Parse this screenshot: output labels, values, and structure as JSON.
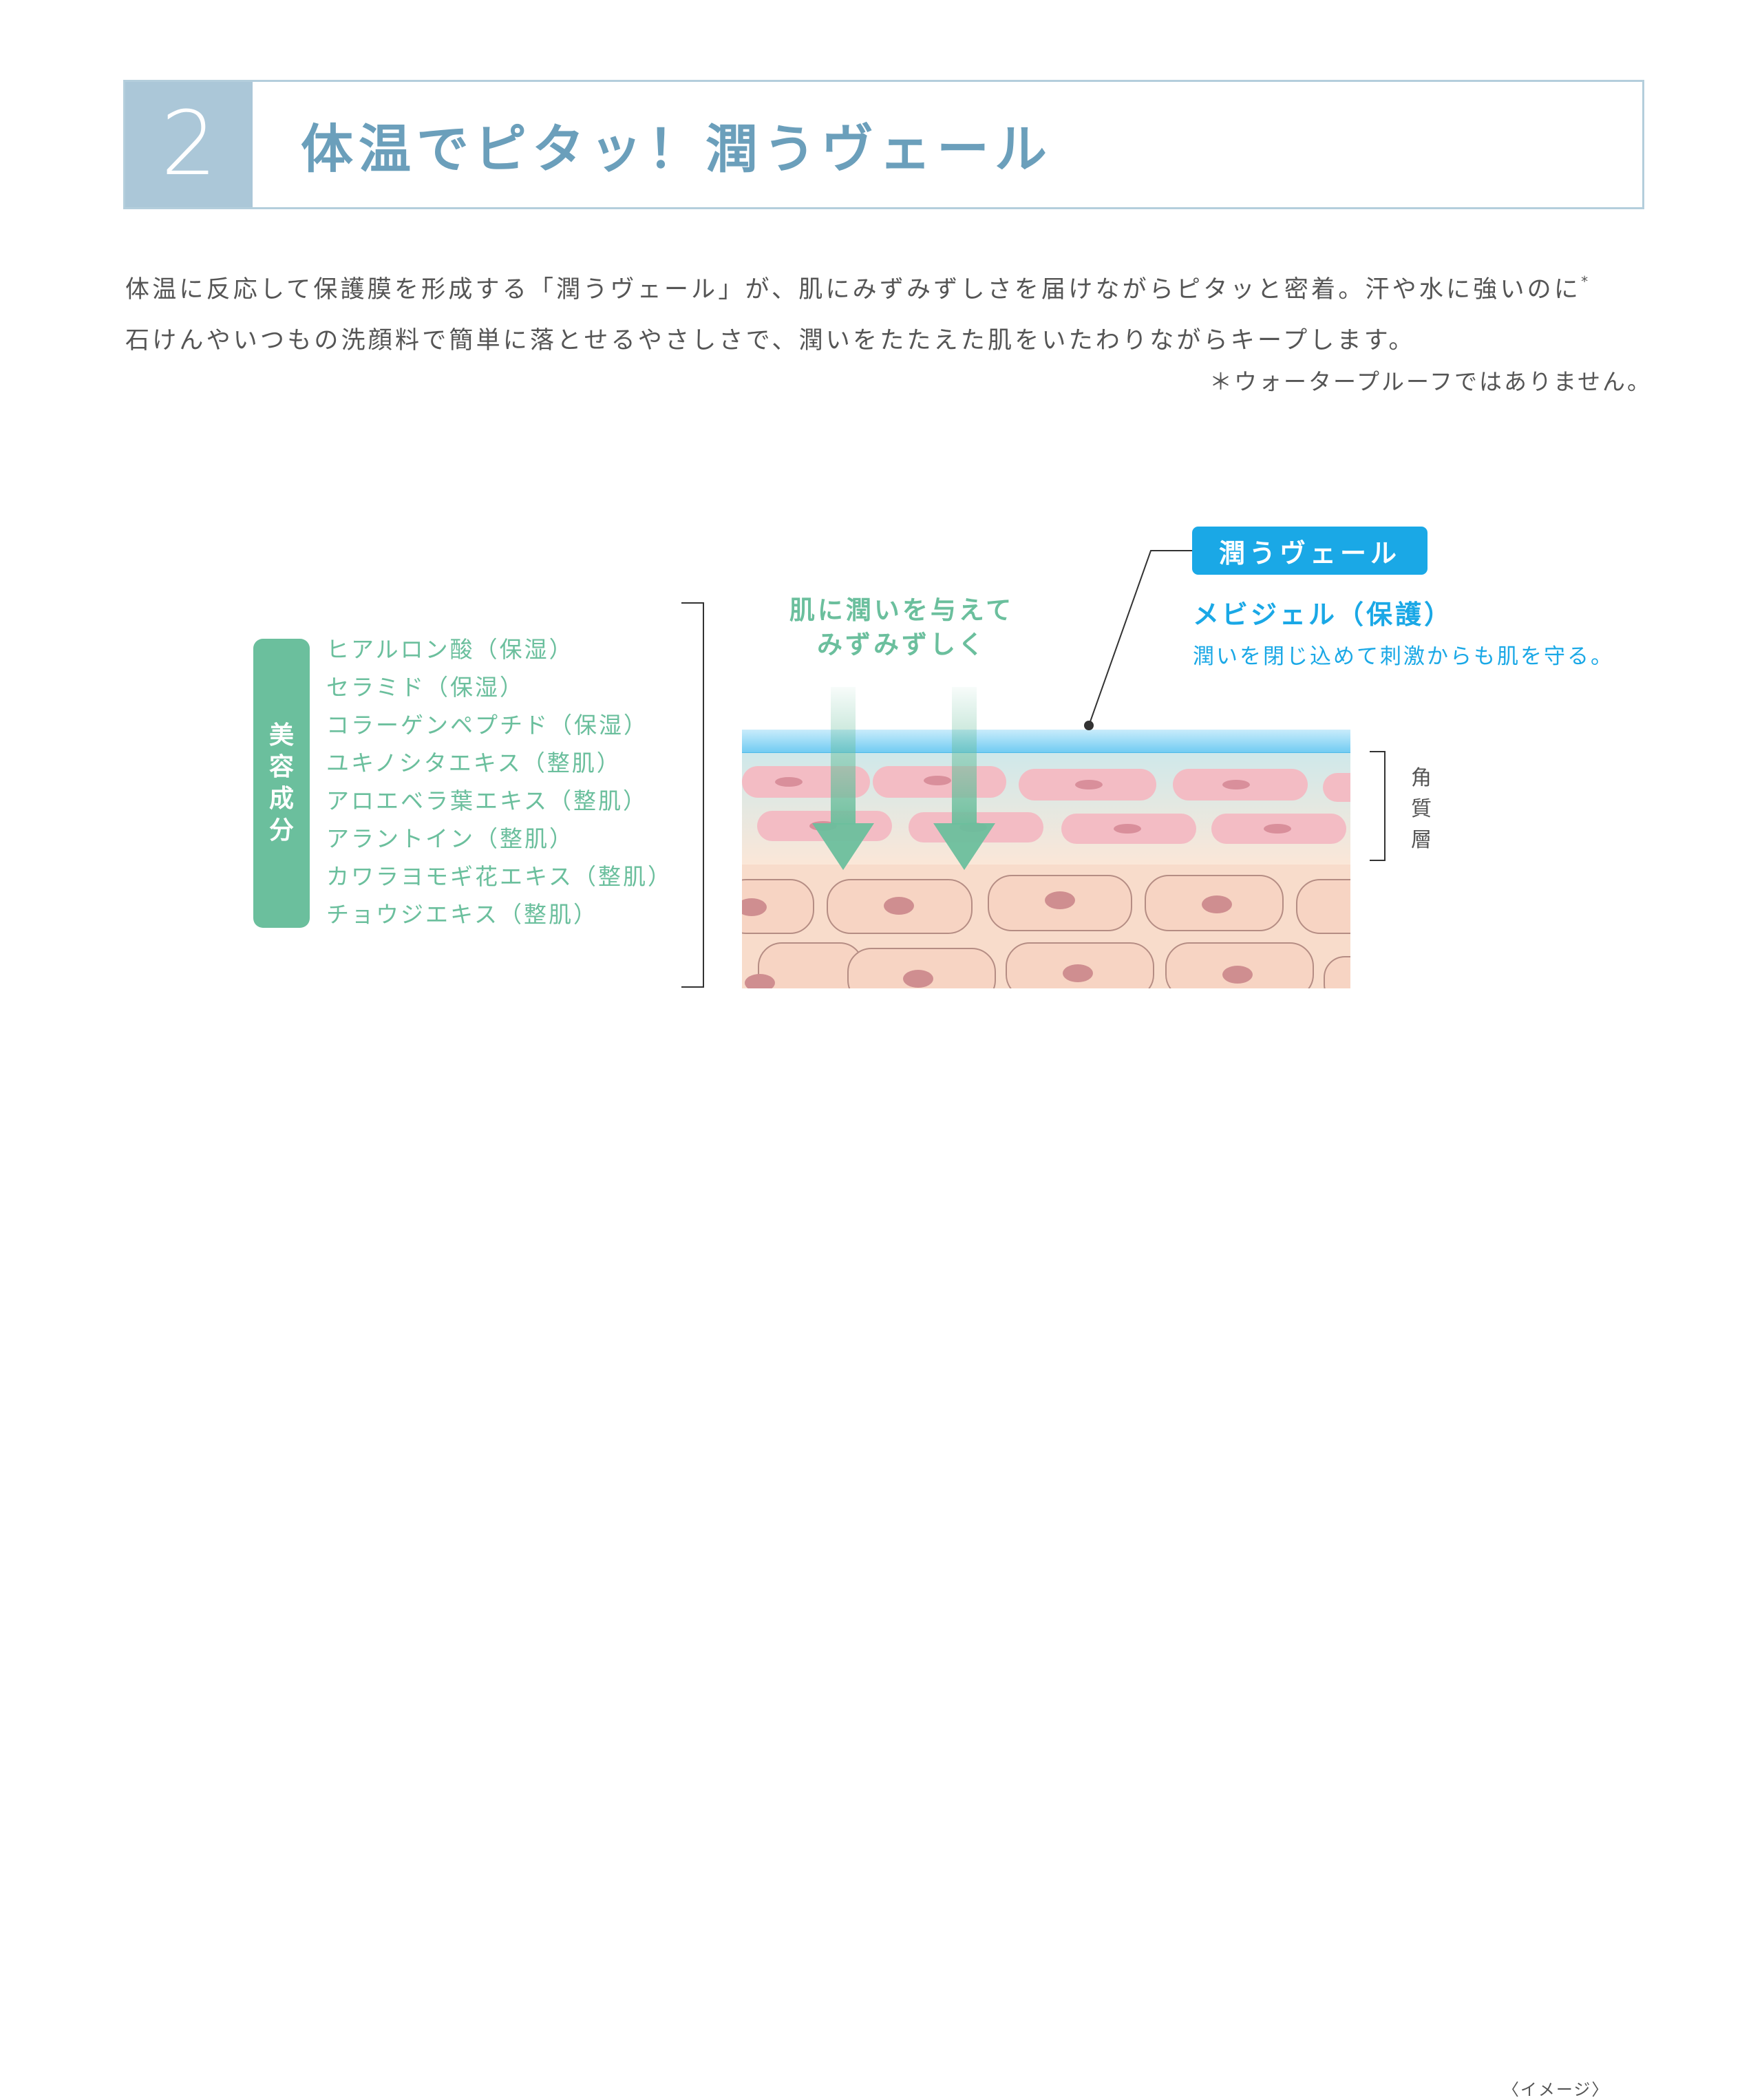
{
  "header": {
    "number": "2",
    "title": "体温でピタッ！潤うヴェール"
  },
  "body": {
    "line1": "体温に反応して保護膜を形成する「潤うヴェール」が、肌にみずみずしさを届けながらピタッと密着。汗や水に強いのに",
    "line1_mark": "*",
    "line2": "石けんやいつもの洗顔料で簡単に落とせるやさしさで、潤いをたたえた肌をいたわりながらキープします。",
    "note": "＊ウォータープルーフではありません。"
  },
  "ingredients": {
    "label_chars": [
      "美",
      "容",
      "成",
      "分"
    ],
    "items": [
      "ヒアルロン酸（保湿）",
      "セラミド（保湿）",
      "コラーゲンペプチド（保湿）",
      "ユキノシタエキス（整肌）",
      "アロエベラ葉エキス（整肌）",
      "アラントイン（整肌）",
      "カワラヨモギ花エキス（整肌）",
      "チョウジエキス（整肌）"
    ]
  },
  "diagram": {
    "arrow_text_line1": "肌に潤いを与えて",
    "arrow_text_line2": "みずみずしく",
    "veil_badge": "潤うヴェール",
    "mebi_title": "メビジェル（保護）",
    "mebi_desc": "潤いを閉じ込めて刺激からも肌を守る。",
    "layer_chars": [
      "角",
      "質",
      "層"
    ],
    "caption": "〈イメージ〉"
  },
  "colors": {
    "header_accent": "#abc7d8",
    "title_text": "#6b9fbb",
    "ingredient_green": "#6bbf9d",
    "veil_blue": "#1aa8e6"
  }
}
